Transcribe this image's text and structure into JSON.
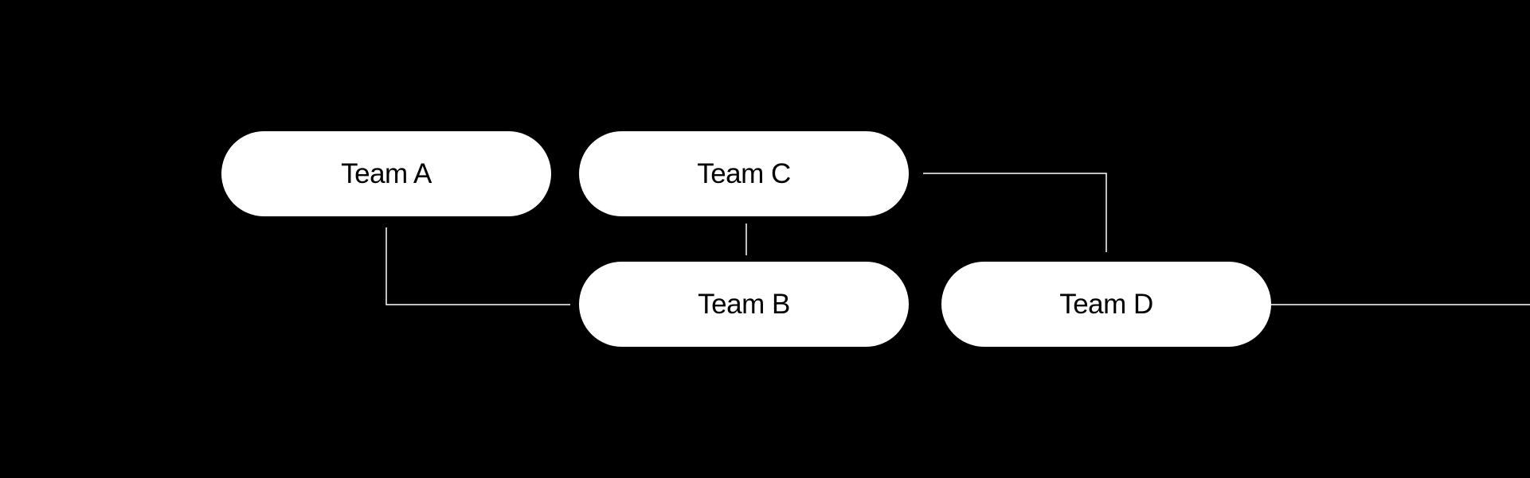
{
  "diagram": {
    "nodes": [
      {
        "id": "team-a",
        "label": "Team A"
      },
      {
        "id": "team-b",
        "label": "Team B"
      },
      {
        "id": "team-c",
        "label": "Team C"
      },
      {
        "id": "team-d",
        "label": "Team D"
      }
    ],
    "edges": [
      {
        "from": "team-a",
        "to": "team-b"
      },
      {
        "from": "team-c",
        "to": "team-b"
      },
      {
        "from": "team-c",
        "to": "team-d"
      },
      {
        "from": "team-d",
        "to": "offscreen-right"
      }
    ]
  },
  "colors": {
    "background": "#000000",
    "node_fill": "#ffffff",
    "node_text": "#000000",
    "connector": "#ffffff"
  }
}
